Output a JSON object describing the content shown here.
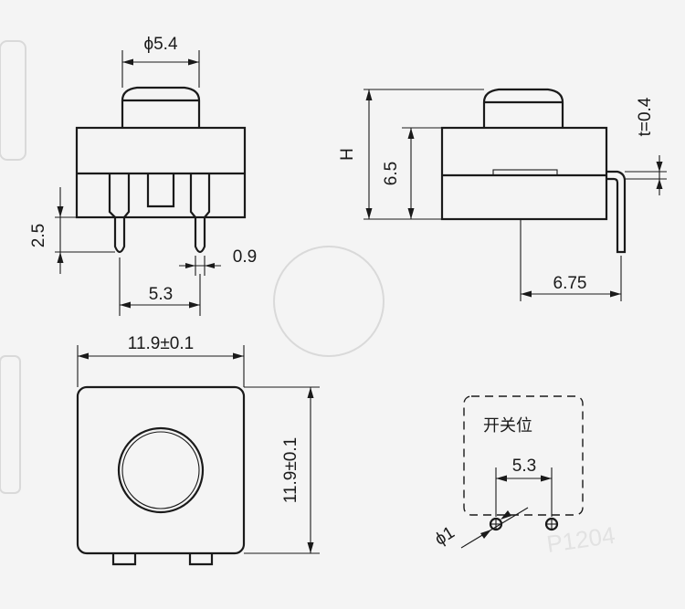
{
  "front_view": {
    "phi_label": "ϕ5.4",
    "pin_len_label": "2.5",
    "pin_w_label": "0.9",
    "pin_pitch_label": "5.3"
  },
  "side_view": {
    "h_label": "H",
    "body_h_label": "6.5",
    "thickness_label": "t=0.4",
    "offset_label": "6.75"
  },
  "top_view": {
    "width_label": "11.9±0.1",
    "height_label": "11.9±0.1"
  },
  "hole_pattern": {
    "title": "开关位",
    "pitch_label": "5.3",
    "hole_label": "ϕ1"
  },
  "background_text": {
    "part_code": "P1204"
  }
}
